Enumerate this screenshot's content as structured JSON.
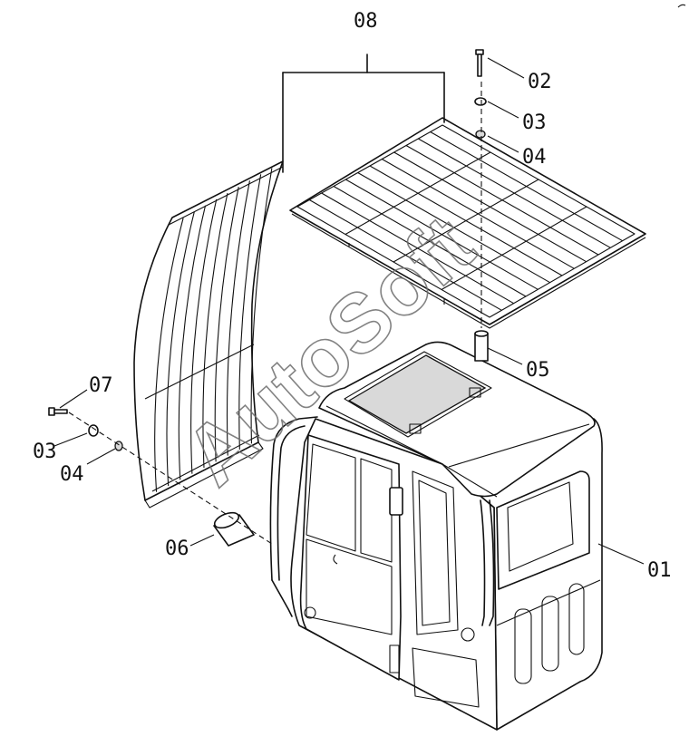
{
  "watermark": "AutoSoft",
  "callouts": {
    "c01": "01",
    "c02": "02",
    "c03_top": "03",
    "c04_top": "04",
    "c05": "05",
    "c06": "06",
    "c07": "07",
    "c03_left": "03",
    "c04_left": "04",
    "c08": "08"
  },
  "parts": [
    "cab",
    "bolt",
    "washer",
    "spring-washer",
    "spacer",
    "top-guard",
    "front-guard"
  ],
  "colors": {
    "line": "#111111",
    "watermark": "#6e6e6e",
    "background": "#ffffff"
  }
}
